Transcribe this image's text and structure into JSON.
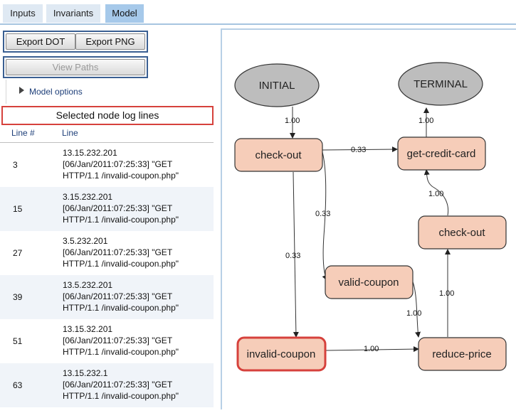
{
  "tabs": [
    {
      "label": "Inputs",
      "active": false
    },
    {
      "label": "Invariants",
      "active": false
    },
    {
      "label": "Model",
      "active": true
    }
  ],
  "toolbar": {
    "export_dot": "Export DOT",
    "export_png": "Export PNG",
    "view_paths": "View Paths"
  },
  "options": {
    "label": "Model options",
    "expanded": false
  },
  "log_panel": {
    "title": "Selected node log lines",
    "columns": [
      "Line #",
      "Line"
    ],
    "rows": [
      {
        "num": "3",
        "lines": [
          "13.15.232.201",
          "[06/Jan/2011:07:25:33] \"GET",
          "HTTP/1.1 /invalid-coupon.php\""
        ]
      },
      {
        "num": "15",
        "lines": [
          "3.15.232.201",
          "[06/Jan/2011:07:25:33] \"GET",
          "HTTP/1.1 /invalid-coupon.php\""
        ]
      },
      {
        "num": "27",
        "lines": [
          "3.5.232.201",
          "[06/Jan/2011:07:25:33] \"GET",
          "HTTP/1.1 /invalid-coupon.php\""
        ]
      },
      {
        "num": "39",
        "lines": [
          "13.5.232.201",
          "[06/Jan/2011:07:25:33] \"GET",
          "HTTP/1.1 /invalid-coupon.php\""
        ]
      },
      {
        "num": "51",
        "lines": [
          "13.15.32.201",
          "[06/Jan/2011:07:25:33] \"GET",
          "HTTP/1.1 /invalid-coupon.php\""
        ]
      },
      {
        "num": "63",
        "lines": [
          "13.15.232.1",
          "[06/Jan/2011:07:25:33] \"GET",
          "HTTP/1.1 /invalid-coupon.php\""
        ]
      }
    ]
  },
  "graph": {
    "nodes": {
      "initial": "INITIAL",
      "terminal": "TERMINAL",
      "checkout1": "check-out",
      "getcc": "get-credit-card",
      "checkout2": "check-out",
      "valid": "valid-coupon",
      "invalid": "invalid-coupon",
      "reduce": "reduce-price"
    },
    "edges": {
      "init_checkout": "1.00",
      "getcc_terminal": "1.00",
      "checkout_getcc": "0.33",
      "checkout_valid": "0.33",
      "checkout_invalid": "0.33",
      "checkout2_getcc": "1.00",
      "reduce_checkout2": "1.00",
      "valid_reduce": "1.00",
      "invalid_reduce": "1.00"
    },
    "selected_node": "invalid-coupon",
    "colors": {
      "node_fill": "#f6cdb9",
      "endpoint_fill": "#bdbdbd",
      "selected_border": "#d6413c"
    }
  }
}
